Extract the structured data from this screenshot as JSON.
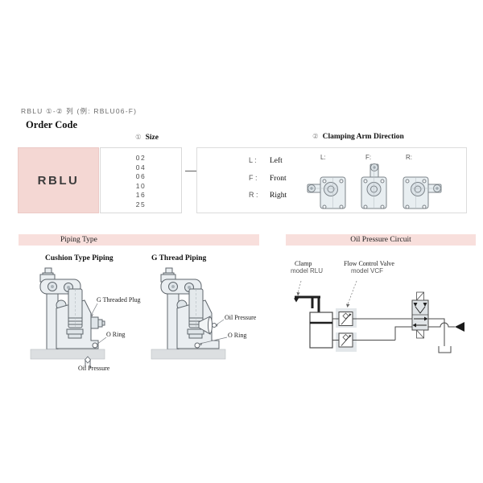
{
  "header": {
    "title_code": "RBLU ①-② 列 (例: RBLU06-F)",
    "order_code": "Order Code"
  },
  "order_code": {
    "model": "RBLU",
    "separator": "—",
    "size": {
      "index": "①",
      "label": "Size",
      "options": [
        "02",
        "04",
        "06",
        "10",
        "16",
        "25"
      ]
    },
    "direction": {
      "index": "②",
      "label": "Clamping Arm Direction",
      "legend": [
        {
          "code": "L :",
          "name": "Left"
        },
        {
          "code": "F :",
          "name": "Front"
        },
        {
          "code": "R :",
          "name": "Right"
        }
      ],
      "diagram_labels": [
        "L:",
        "F:",
        "R:"
      ]
    }
  },
  "piping": {
    "header": "Piping Type",
    "cushion_title": "Cushion Type Piping",
    "gthread_title": "G Thread Piping",
    "cushion_labels": {
      "plug": "G Threaded Plug",
      "o_ring": "O Ring",
      "oil": "Oil Pressure"
    },
    "gthread_labels": {
      "oil": "Oil Pressure",
      "o_ring": "O Ring"
    }
  },
  "circuit": {
    "header": "Oil Pressure Circuit",
    "clamp": "Clamp",
    "clamp_model": "model RLU",
    "valve": "Flow Control Valve",
    "valve_model": "model VCF"
  },
  "colors": {
    "pink_box": "#f4d7d3",
    "pink_bar": "#f8dfdc",
    "diagram_fill": "#eaeef1",
    "line": "#5f666c"
  }
}
